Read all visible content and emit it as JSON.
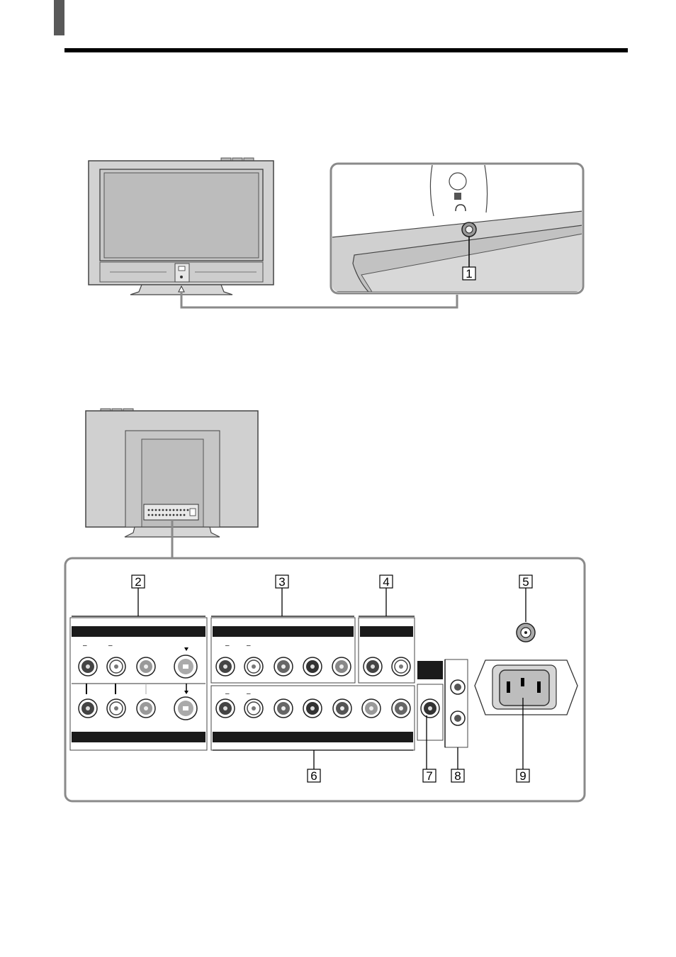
{
  "page": {
    "callouts": {
      "c1": "1",
      "c2": "2",
      "c3": "3",
      "c4": "4",
      "c5": "5",
      "c6": "6",
      "c7": "7",
      "c8": "8",
      "c9": "9"
    }
  }
}
